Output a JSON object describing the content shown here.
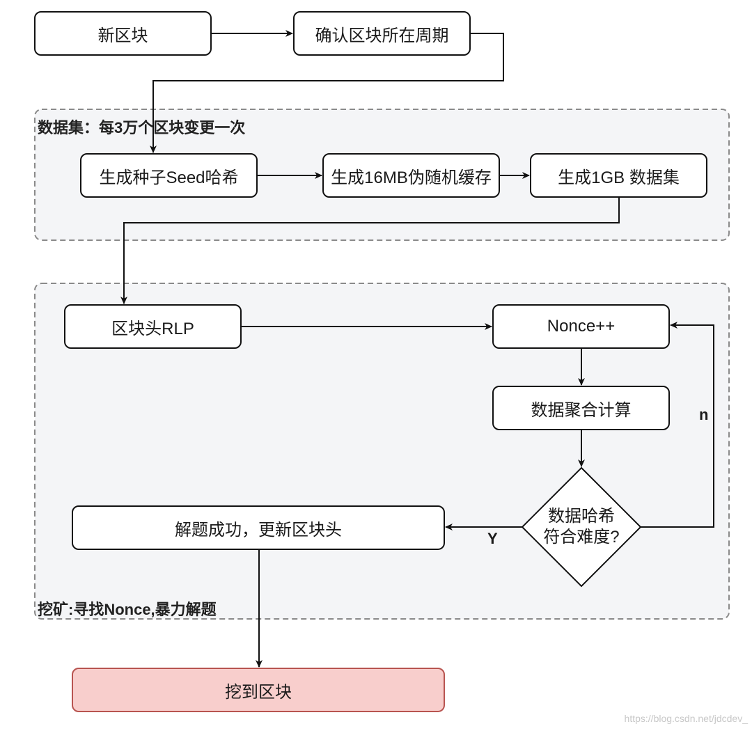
{
  "groups": {
    "dataset": {
      "title": "数据集：每3万个区块变更一次"
    },
    "mining": {
      "title": "挖矿:寻找Nonce,暴力解题"
    }
  },
  "nodes": {
    "new_block": "新区块",
    "confirm_epoch": "确认区块所在周期",
    "seed_hash": "生成种子Seed哈希",
    "cache_16mb": "生成16MB伪随机缓存",
    "dataset_1gb": "生成1GB 数据集",
    "header_rlp": "区块头RLP",
    "nonce_inc": "Nonce++",
    "aggregate": "数据聚合计算",
    "check_line1": "数据哈希",
    "check_line2": "符合难度?",
    "solved": "解题成功，更新区块头",
    "mined": "挖到区块"
  },
  "edges": {
    "yes": "Y",
    "no": "n"
  },
  "colors": {
    "stroke": "#111111",
    "group_fill": "#f4f5f7",
    "group_stroke": "#8a8a8a",
    "final_fill": "#f8cecc",
    "final_stroke": "#b85450"
  },
  "watermark": "https://blog.csdn.net/jdcdev_"
}
